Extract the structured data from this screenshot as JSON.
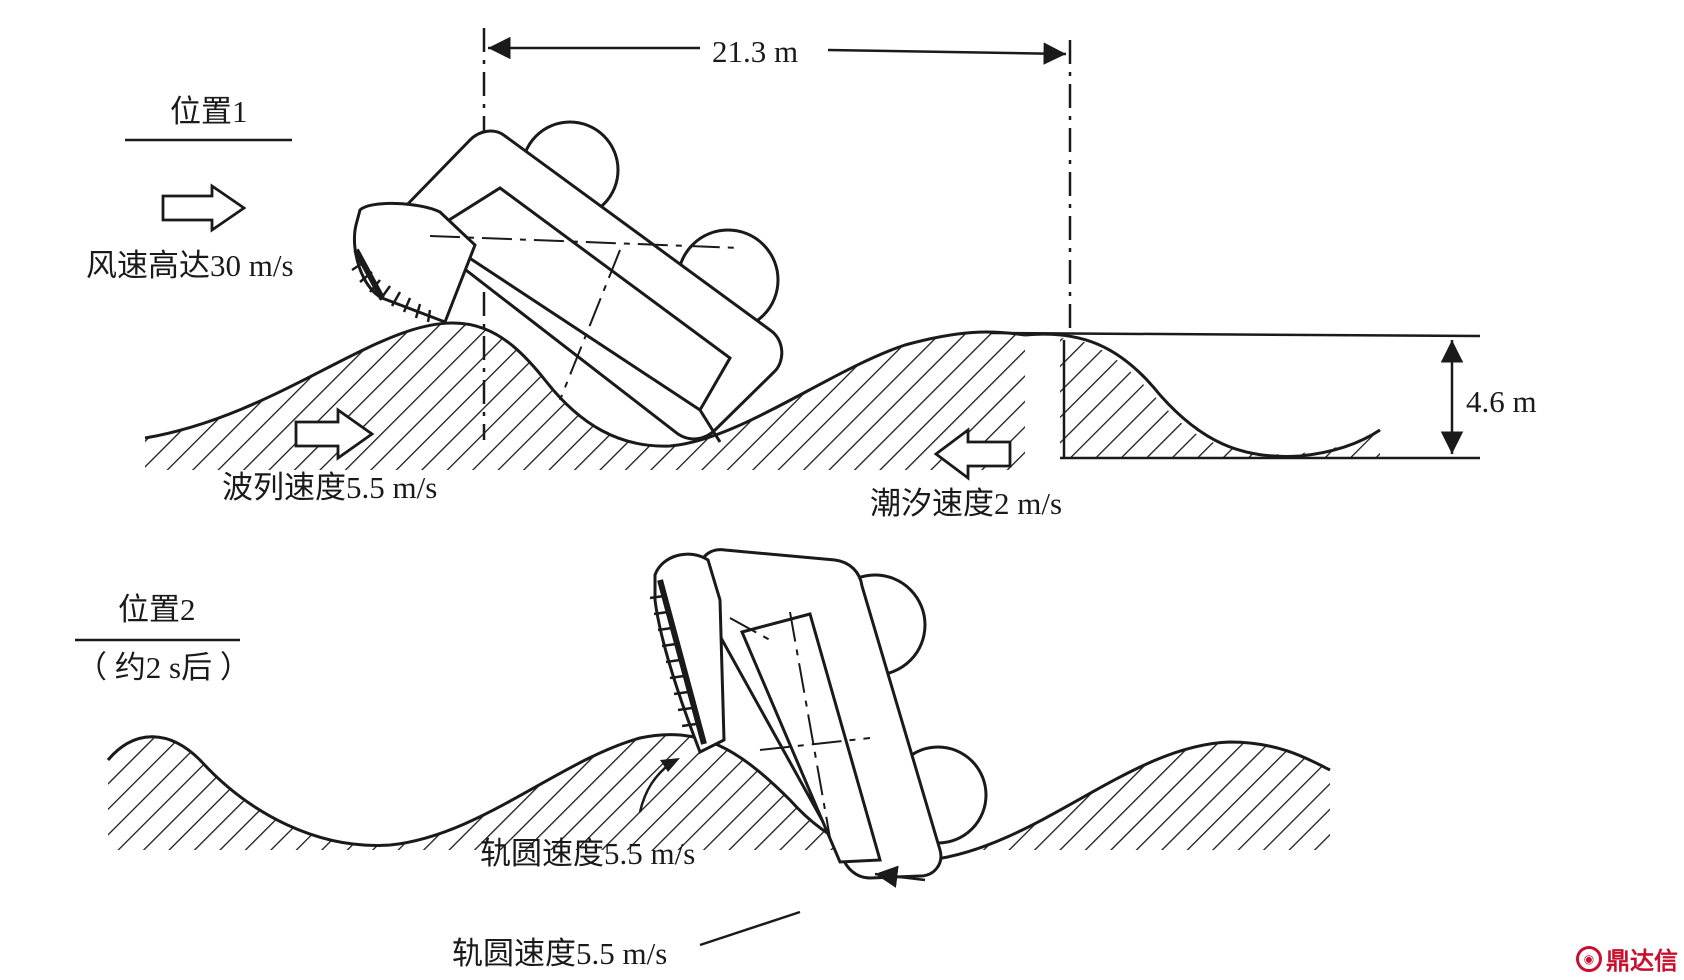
{
  "labels": {
    "position1": "位置1",
    "wind": "风速高达30 m/s",
    "wave_train": "波列速度5.5 m/s",
    "tide": "潮汐速度2 m/s",
    "distance": "21.3 m",
    "height": "4.6 m",
    "position2": "位置2",
    "position2_time": "（ 约2 s后 ）",
    "orbital_1": "轨圆速度5.5 m/s",
    "orbital_2": "轨圆速度5.5 m/s"
  },
  "watermark": {
    "text": "鼎达信",
    "icon": "dingdaxin-logo-icon",
    "color": "#c8102e"
  },
  "colors": {
    "ink": "#1a1a1a"
  }
}
